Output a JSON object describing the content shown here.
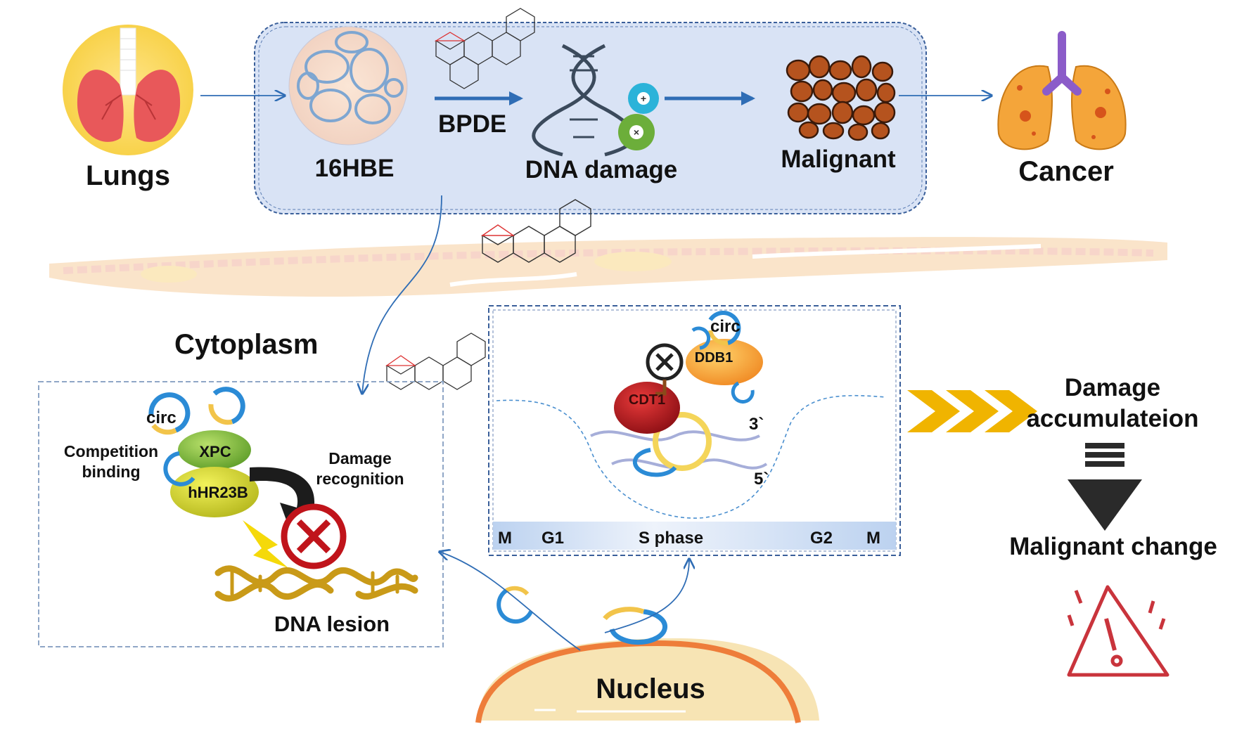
{
  "top": {
    "lungs": "Lungs",
    "cells": "16HBE",
    "agent": "BPDE",
    "dna_damage": "DNA damage",
    "malignant": "Malignant",
    "cancer": "Cancer"
  },
  "cytoplasm": {
    "title": "Cytoplasm",
    "circ": "circ",
    "competition": "Competition\nbinding",
    "xpc": "XPC",
    "hhr23b": "hHR23B",
    "damage_recognition": "Damage\nrecognition",
    "dna_lesion": "DNA lesion"
  },
  "replication": {
    "circ": "circ",
    "ddb1": "DDB1",
    "cdt1": "CDT1",
    "three_prime": "3`",
    "five_prime": "5`",
    "phases": [
      "M",
      "G1",
      "S phase",
      "G2",
      "M"
    ]
  },
  "outcome": {
    "damage_accumulation": "Damage\naccumulateion",
    "malignant_change": "Malignant change"
  },
  "nucleus": "Nucleus",
  "colors": {
    "box_fill": "#d9e3f5",
    "arrow_blue": "#2f6db5",
    "chevron": "#f0b400",
    "lung_red": "#e8585a",
    "warning_red": "#c9343c"
  }
}
